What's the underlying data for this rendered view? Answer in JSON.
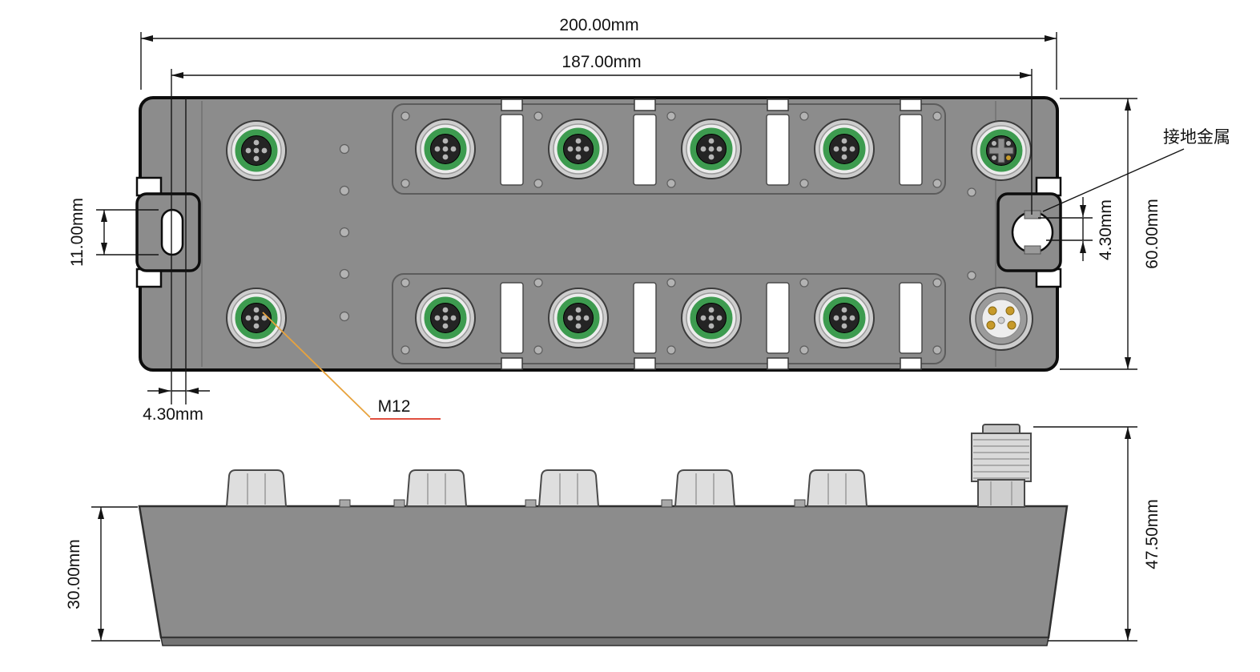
{
  "drawing": {
    "top_view": {
      "dim_overall_width": "200.00mm",
      "dim_mount_span": "187.00mm",
      "dim_slot_height": "11.00mm",
      "dim_mount_offset": "4.30mm",
      "dim_body_height": "60.00mm",
      "dim_ground_offset": "4.30mm",
      "ground_label": "接地金属",
      "connector_label": "M12"
    },
    "side_view": {
      "dim_housing_height": "30.00mm",
      "dim_overall_height": "47.50mm"
    },
    "colors": {
      "body": "#8c8c8c",
      "connector_ring_green": "#3d9b4f",
      "pin_gold": "#c79a2a",
      "leader_orange": "#e8a33d",
      "underline_red": "#e04f3f",
      "line_black": "#141414"
    }
  }
}
